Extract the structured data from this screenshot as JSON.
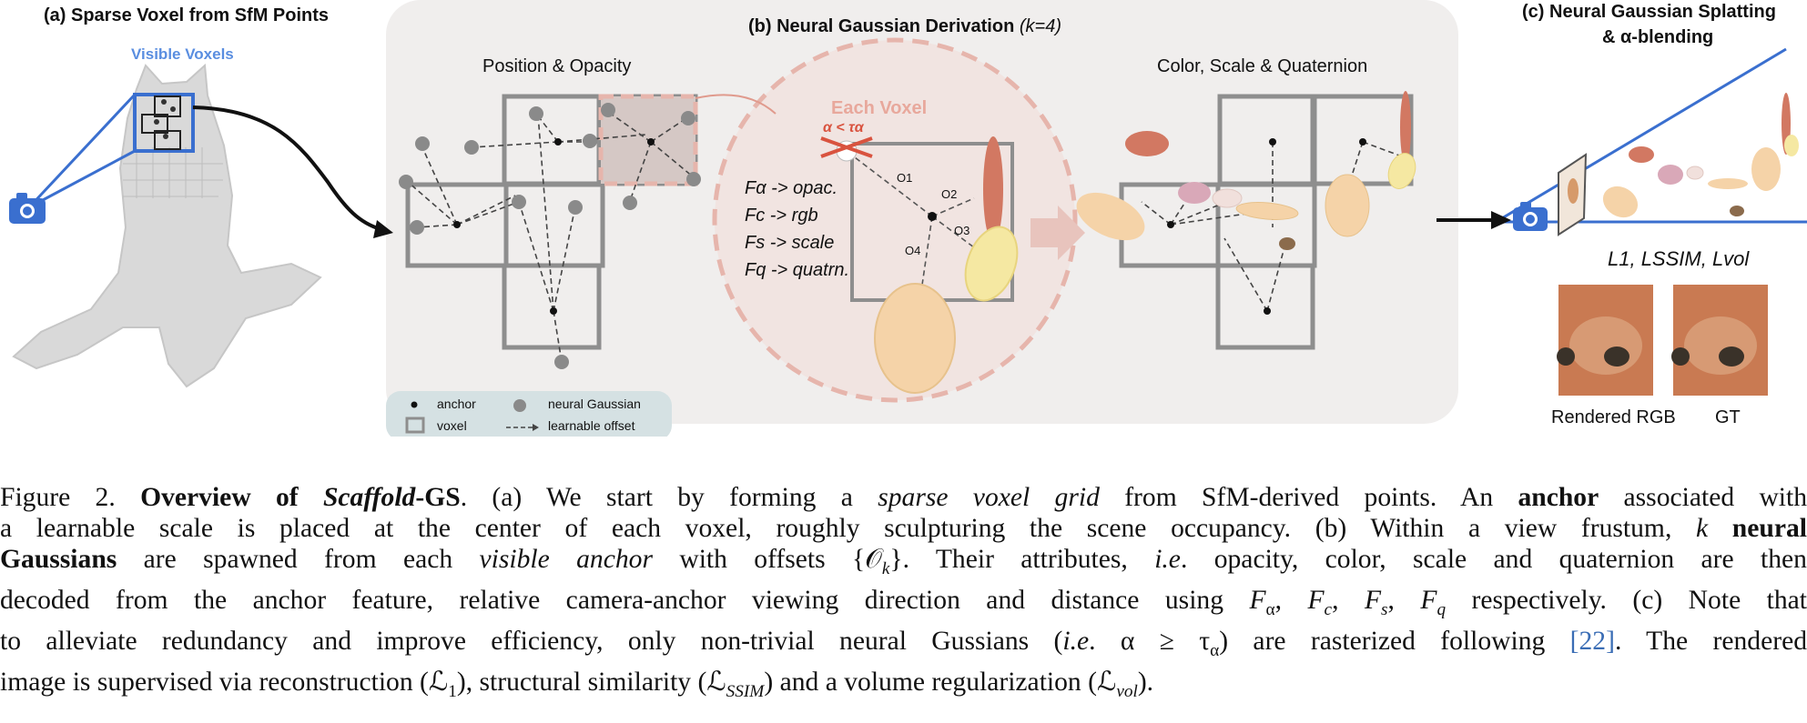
{
  "panel_a": {
    "title": "(a) Sparse Voxel from SfM Points",
    "visible_voxels": "Visible Voxels"
  },
  "panel_b": {
    "title": "(b) Neural Gaussian Derivation",
    "title_k": "(k=4)",
    "position_opacity": "Position & Opacity",
    "color_scale_quat": "Color, Scale & Quaternion",
    "each_voxel": "Each Voxel",
    "alpha_cond": "α < τα",
    "attr_lines": [
      "Fα -> opac.",
      "Fc -> rgb",
      "Fs -> scale",
      "Fq -> quatrn."
    ],
    "offsets": [
      "O1",
      "O2",
      "O3",
      "O4"
    ],
    "legend": {
      "anchor": "anchor",
      "neural_gaussian": "neural Gaussian",
      "voxel": "voxel",
      "offset": "learnable offset"
    }
  },
  "panel_c": {
    "title_line1": "(c) Neural Gaussian Splatting",
    "title_line2": "& α-blending",
    "losses": "L1, LSSIM, Lvol",
    "rendered": "Rendered RGB",
    "gt": "GT"
  },
  "caption": {
    "fig_label": "Figure 2.",
    "bold_title": "Overview of",
    "bold_scaffold": "Scaffold",
    "bold_gs": "-GS",
    "l1_a": "(a) We start by forming a",
    "l1_sparse": "sparse voxel grid",
    "l1_b": "from SfM-derived points. An",
    "l1_anchor": "anchor",
    "l1_c": "associated with",
    "l2_a": "a learnable scale is placed at the center of each voxel, roughly sculpturing the scene occupancy. (b) Within a view frustum,",
    "l2_k": "k",
    "l2_neural": "neural",
    "l3_gaussians": "Gaussians",
    "l3_a": "are spawned from each",
    "l3_visible": "visible anchor",
    "l3_b": "with offsets {𝒪",
    "l3_sub": "k",
    "l3_c": "}. Their attributes,",
    "l3_ie": "i.e",
    "l3_d": ". opacity, color, scale and quaternion are then",
    "l4_a": "decoded from the anchor feature, relative camera-anchor viewing direction and distance using",
    "l4_f": "F",
    "l4_sa": "α",
    "l4_sc": "c",
    "l4_ss": "s",
    "l4_sq": "q",
    "l4_b": "respectively. (c) Note that",
    "l5_a": "to alleviate redundancy and improve efficiency, only non-trivial neural Gussians (",
    "l5_ie": "i.e",
    "l5_b": ". α ≥ τ",
    "l5_sub": "α",
    "l5_c": ") are rasterized following",
    "l5_ref": "[22]",
    "l5_d": ". The rendered",
    "l6_a": "image is supervised via reconstruction (ℒ",
    "l6_sub1": "1",
    "l6_b": "), structural similarity (ℒ",
    "l6_sub2": "SSIM",
    "l6_c": ") and a volume regularization (ℒ",
    "l6_sub3": "vol",
    "l6_d": ")."
  },
  "colors": {
    "panel_bg": "#f0eeed",
    "voxel_gray": "#8e8e8e",
    "accent_red": "#d86a5a",
    "blue": "#3a6fcf",
    "legend_bg": "#d5e1e3"
  }
}
